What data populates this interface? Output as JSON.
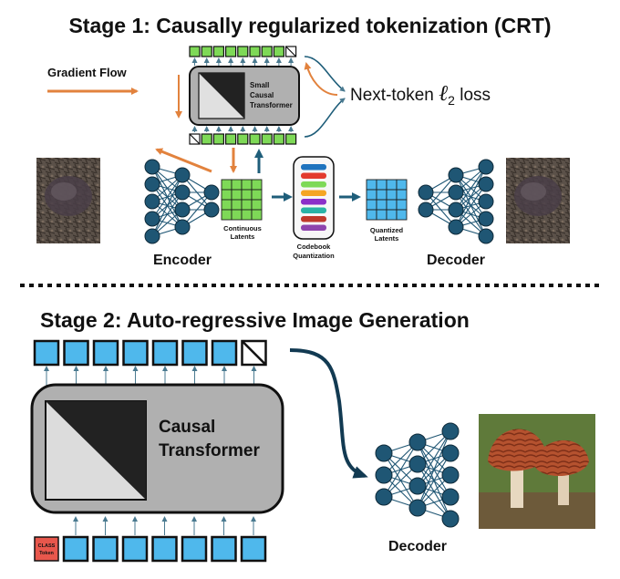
{
  "stage1": {
    "title": "Stage 1: Causally regularized tokenization (CRT)",
    "gradient_flow": "Gradient Flow",
    "small_transformer": [
      "Small",
      "Causal",
      "Transformer"
    ],
    "loss_prefix": "Next-token ",
    "loss_symbol": "ℓ",
    "loss_sub": "2",
    "loss_suffix": " loss",
    "encoder": "Encoder",
    "continuous_latents": [
      "Continuous",
      "Latents"
    ],
    "codebook": [
      "Codebook",
      "Quantization"
    ],
    "quantized_latents": [
      "Quantized",
      "Latents"
    ],
    "decoder": "Decoder"
  },
  "stage2": {
    "title": "Stage 2: Auto-regressive Image Generation",
    "transformer": [
      "Causal",
      "Transformer"
    ],
    "class_token": [
      "CLASS",
      "Token"
    ],
    "decoder": "Decoder"
  },
  "colors": {
    "token_green": "#7ed957",
    "token_blue": "#4fb8ec",
    "orange_arrow": "#e2823d",
    "blue_arrow": "#1f5e7a",
    "node": "#1f5674",
    "class_token": "#e8574c",
    "transformer_fill": "#b0b0b0"
  },
  "codebook_colors": [
    "#1e73be",
    "#e33b2e",
    "#7ed957",
    "#f5a623",
    "#8b2fc9",
    "#2ab3a6",
    "#c0392b",
    "#8e44ad"
  ],
  "images": {
    "input": "mushroom-photo-input",
    "reconstruction": "mushroom-photo-reconstruction",
    "generated": "mushroom-photo-generated"
  }
}
